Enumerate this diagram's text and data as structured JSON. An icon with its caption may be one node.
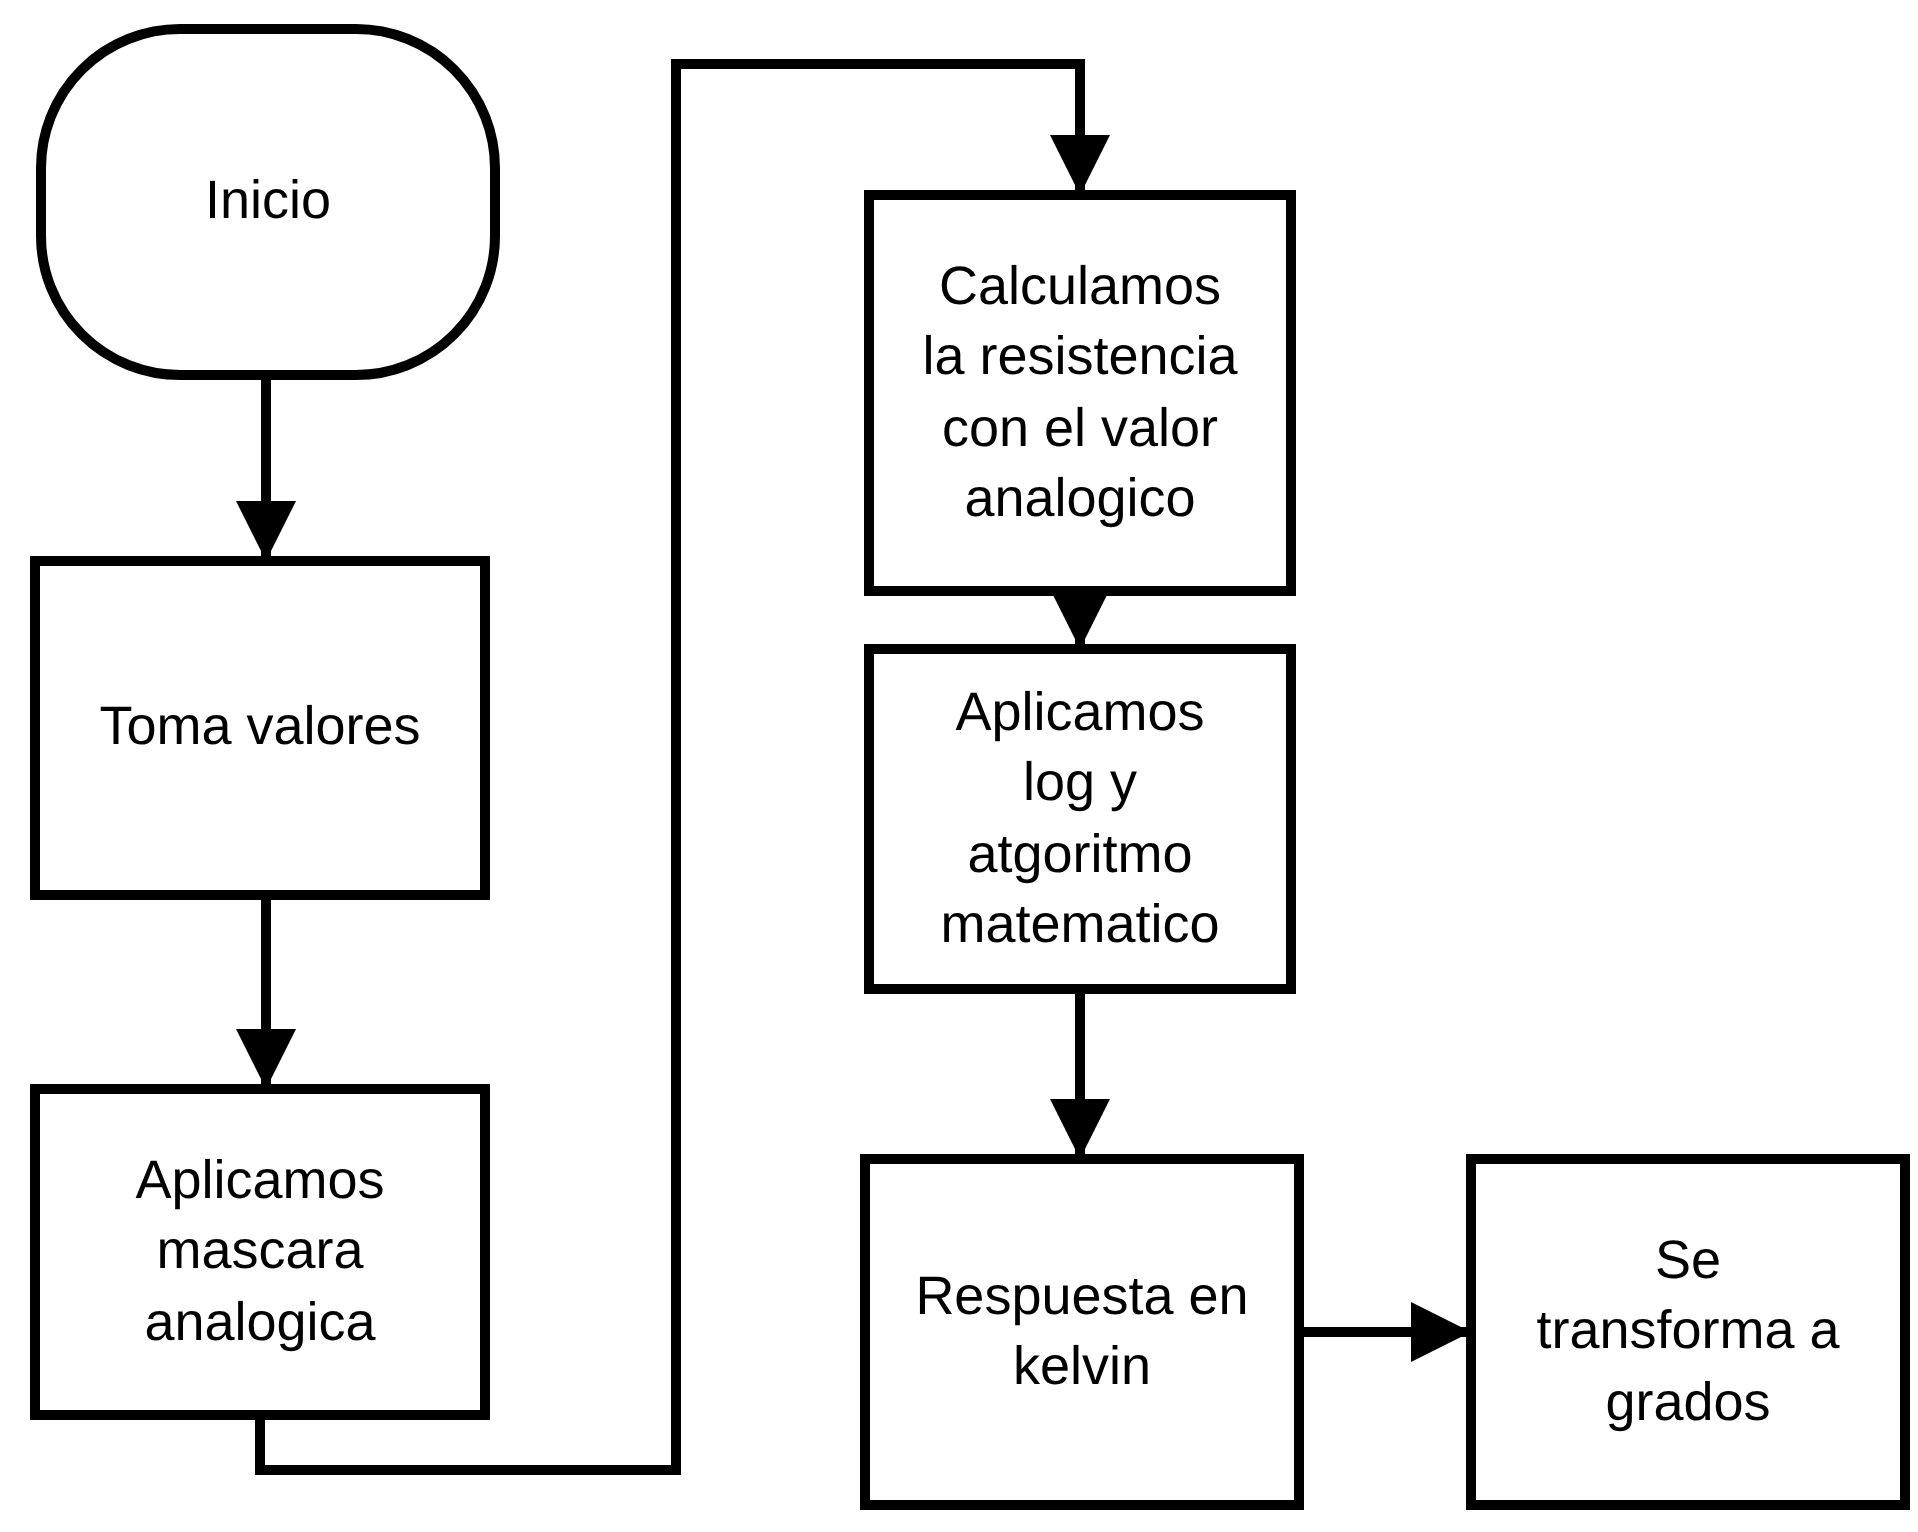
{
  "diagram": {
    "nodes": [
      {
        "text": [
          "Inicio"
        ]
      },
      {
        "text": [
          "Toma valores"
        ]
      },
      {
        "text": [
          "Aplicamos mascara analogica"
        ]
      },
      {
        "text": [
          "Calculamos la resistencia con el valor analogico"
        ]
      },
      {
        "text": [
          "Aplicamos log y atgoritmo matematico"
        ]
      },
      {
        "text": [
          "Respuesta en kelvin"
        ]
      },
      {
        "text": [
          "Se transforma a grados"
        ]
      }
    ],
    "edges": [
      {
        "from": 0,
        "to": 1,
        "arrow": "to"
      },
      {
        "from": 1,
        "to": 2,
        "arrow": "to"
      },
      {
        "from": 2,
        "to": 3,
        "arrow": "to"
      },
      {
        "from": 3,
        "to": 4,
        "arrow": "to"
      },
      {
        "from": 4,
        "to": 5,
        "arrow": "to"
      },
      {
        "from": 5,
        "to": 6,
        "arrow": "to"
      }
    ]
  }
}
